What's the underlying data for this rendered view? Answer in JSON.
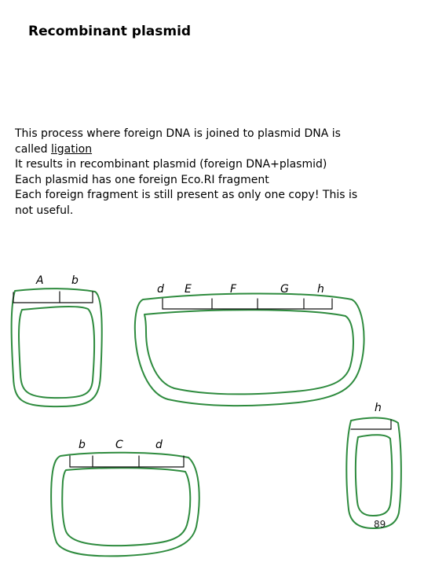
{
  "title": "Recombinant plasmid",
  "body_lines": [
    {
      "text": "This process where foreign DNA is joined to plasmid DNA is"
    },
    {
      "text": "called ",
      "underlined": "ligation"
    },
    {
      "text": "It results in recombinant plasmid (foreign DNA+plasmid)"
    },
    {
      "text": "Each plasmid has one foreign Eco.RI fragment"
    },
    {
      "text": "Each foreign fragment is still present as only one copy! This is"
    },
    {
      "text": "not useful."
    }
  ],
  "plasmids": [
    {
      "name": "plasmid-a-b",
      "labels": [
        "A",
        "b"
      ]
    },
    {
      "name": "plasmid-d-e-f-g-h",
      "labels": [
        "d",
        "E",
        "F",
        "G",
        "h"
      ]
    },
    {
      "name": "plasmid-h",
      "labels": [
        "h"
      ]
    },
    {
      "name": "plasmid-b-c-d",
      "labels": [
        "b",
        "C",
        "d"
      ]
    }
  ],
  "colors": {
    "plasmid_outline": "#2e8b3e",
    "dna_line": "#111111"
  },
  "page_number": "89"
}
